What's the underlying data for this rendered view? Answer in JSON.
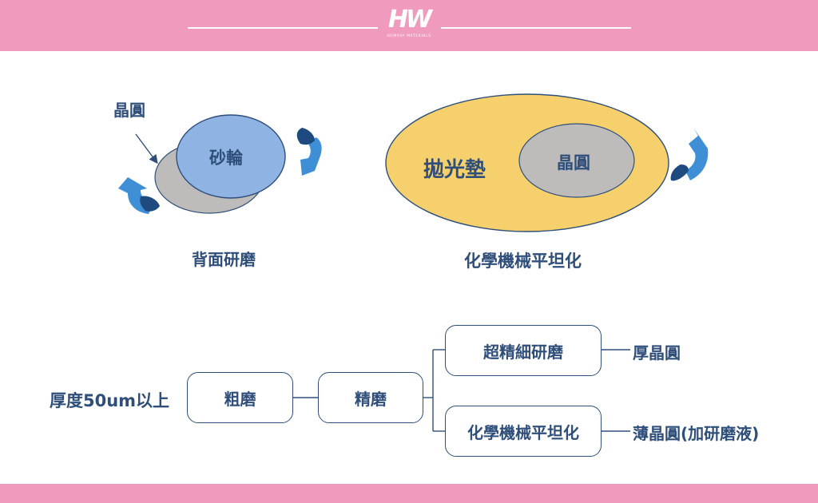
{
  "header": {
    "logo_mark": "HW",
    "logo_subtitle": "HOMRAY MATERIALS"
  },
  "diagram": {
    "left": {
      "wafer_label": "晶圓",
      "wheel_label": "砂輪",
      "caption": "背面研磨"
    },
    "right": {
      "pad_label": "拋光墊",
      "wafer_label": "晶圓",
      "caption": "化學機械平坦化"
    }
  },
  "flow": {
    "start_label": "厚度50um以上",
    "step1": "粗磨",
    "step2": "精磨",
    "branch_top": "超精細研磨",
    "branch_bottom": "化學機械平坦化",
    "result_top": "厚晶圓",
    "result_bottom": "薄晶圓(加研磨液)"
  },
  "colors": {
    "header_pink": "#f09bbd",
    "text_navy": "#2f4f7a",
    "wheel_blue": "#8fb4e3",
    "wafer_gray": "#bdbcbb",
    "pad_yellow": "#f5d06d",
    "arrow_blue": "#3f8fd6",
    "arrow_dark": "#1f4a80"
  }
}
